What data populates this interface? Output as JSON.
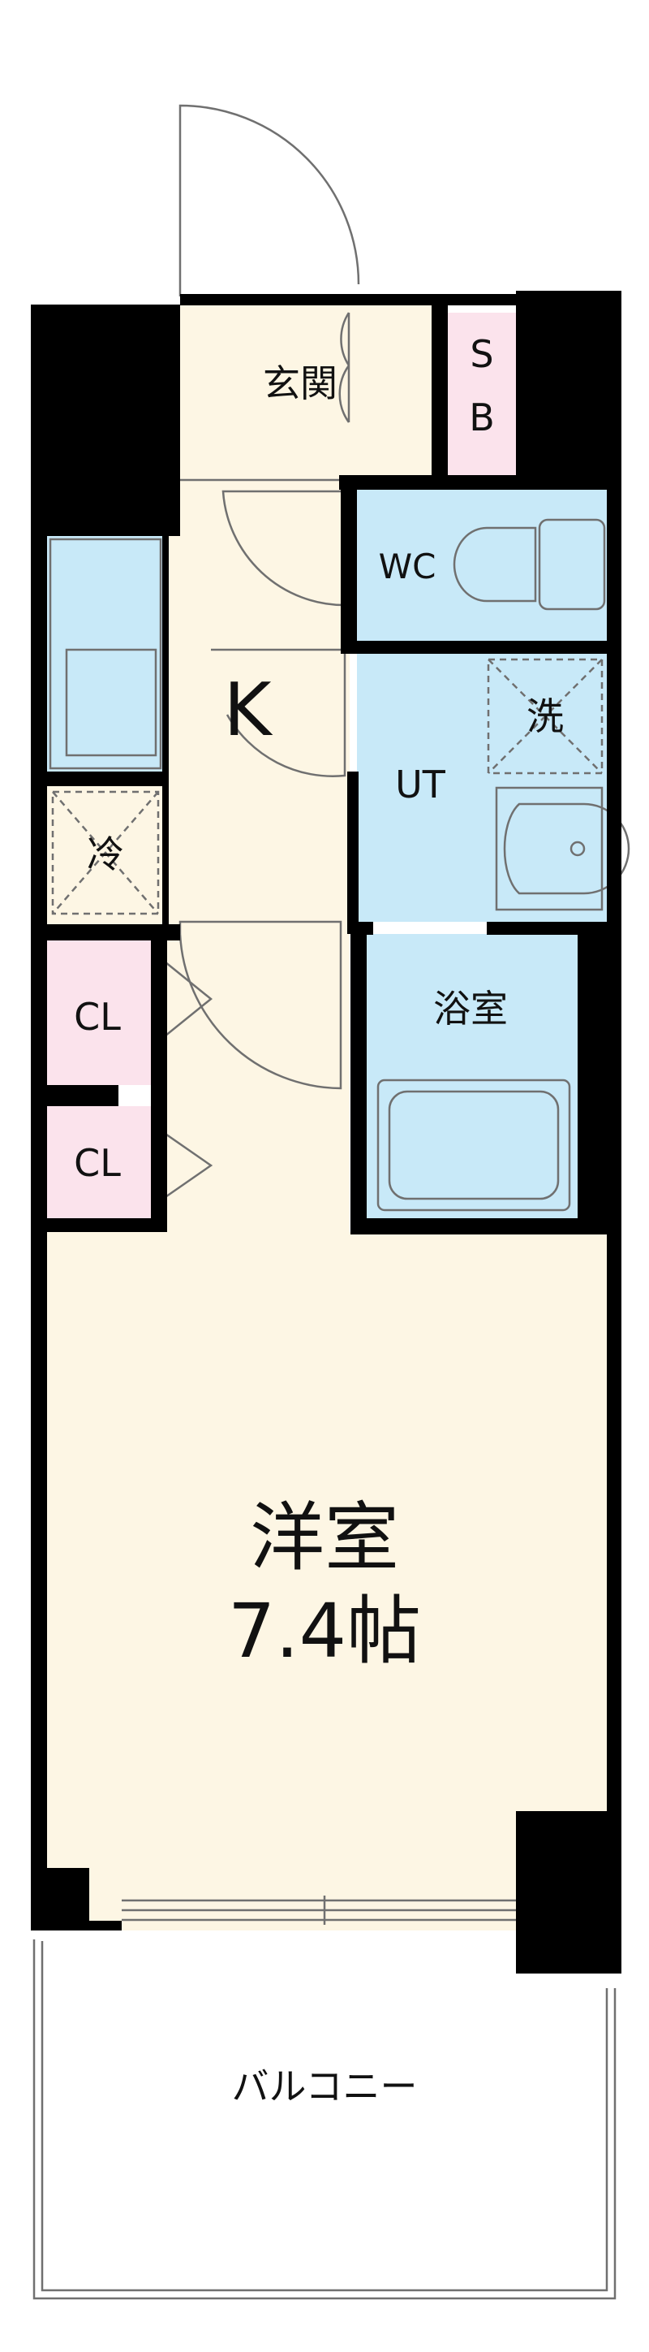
{
  "rooms": {
    "entrance": "玄関",
    "shoe_box_s": "S",
    "shoe_box_b": "B",
    "toilet": "WC",
    "kitchen": "K",
    "washer": "洗",
    "utility": "UT",
    "fridge": "冷",
    "bath": "浴室",
    "closet_1": "CL",
    "closet_2": "CL",
    "western_room": "洋室",
    "western_room_size": "7.4帖",
    "balcony": "バルコニー"
  },
  "colors": {
    "floor_cream": "#fdf6e4",
    "wet_area_blue": "#c8e9f8",
    "storage_pink": "#fbe3ec",
    "wall": "#000000",
    "fixture_line": "#707070"
  }
}
